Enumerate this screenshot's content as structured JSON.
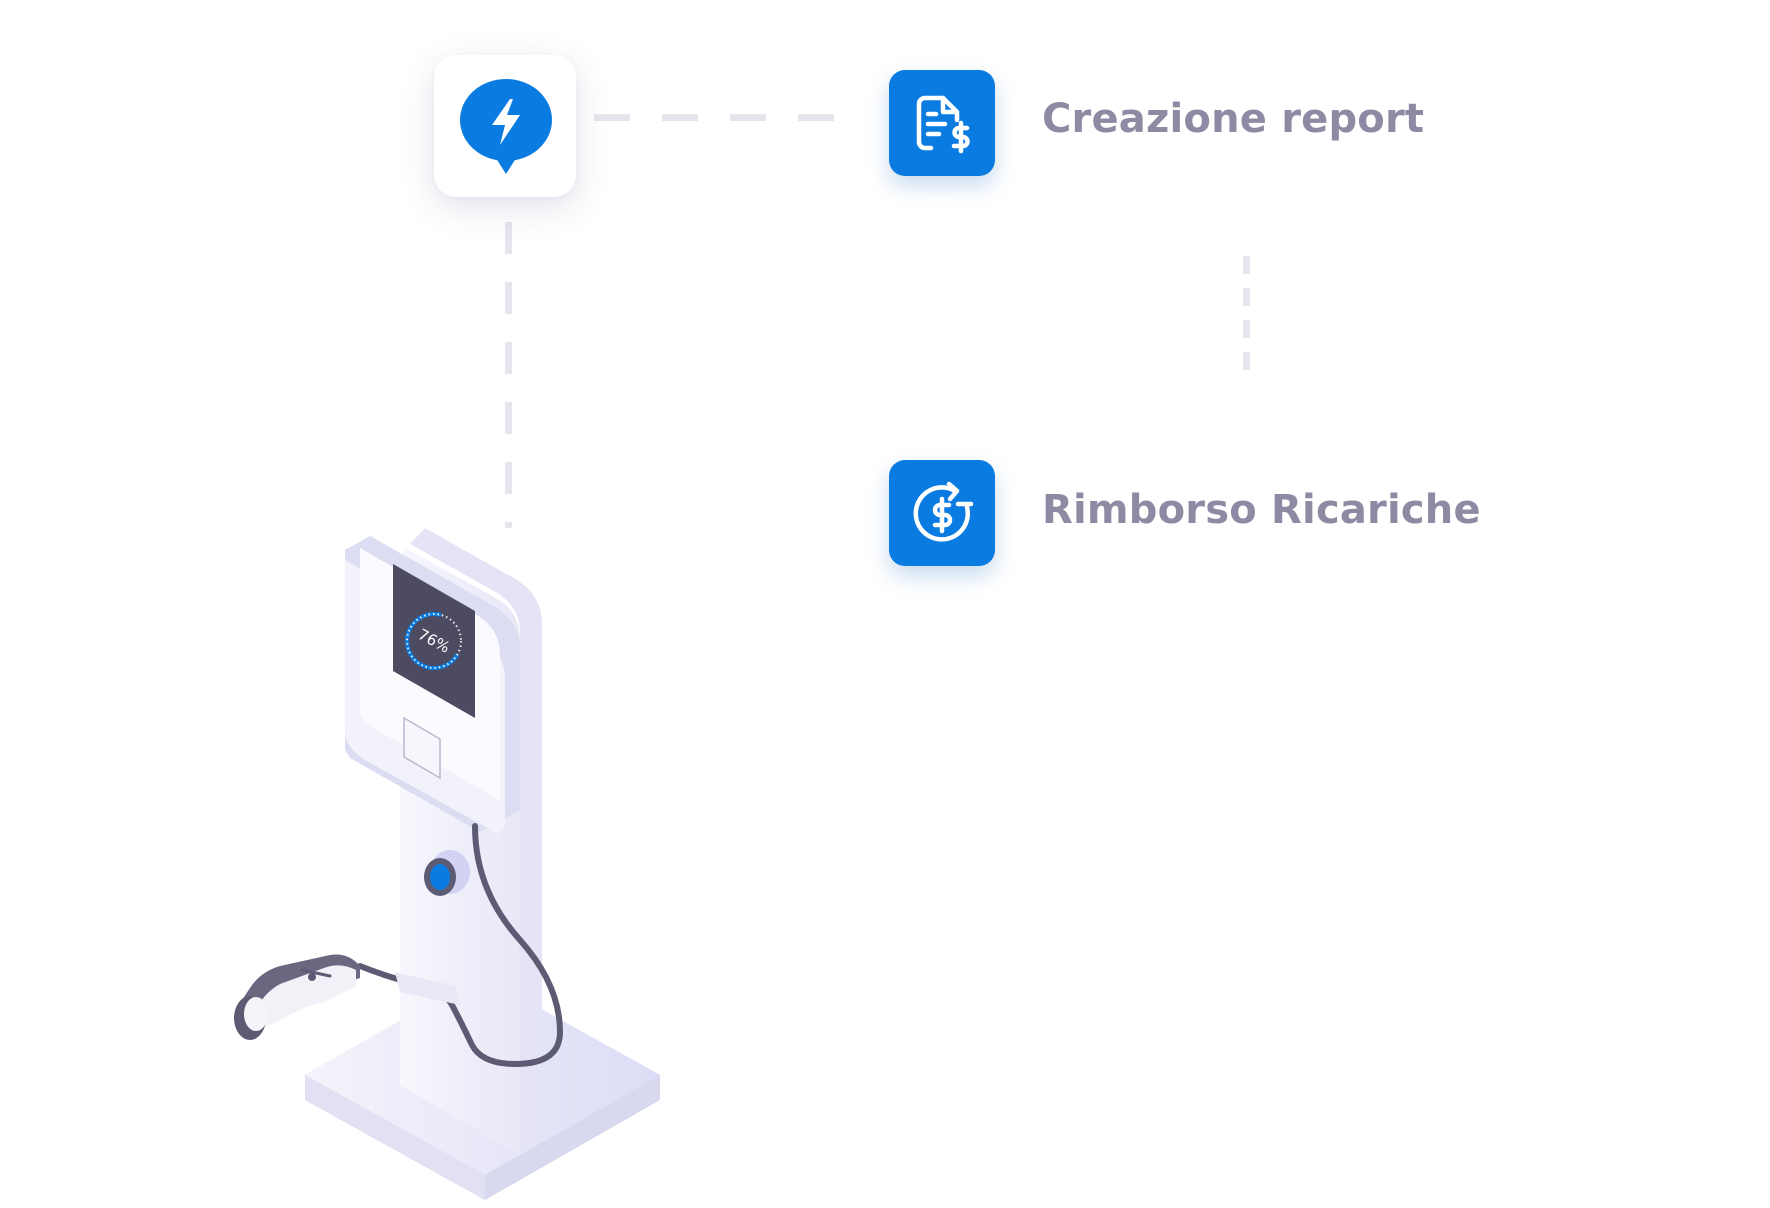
{
  "diagram": {
    "app": {
      "icon": "lightning-chat-icon"
    },
    "nodes": [
      {
        "label": "Creazione report",
        "icon": "invoice-dollar-icon"
      },
      {
        "label": "Rimborso Ricariche",
        "icon": "dollar-refresh-icon"
      }
    ],
    "charger": {
      "icon": "ev-charging-station-illustration",
      "screen_text": "76%"
    }
  },
  "colors": {
    "accent": "#0a7be0",
    "label": "#8d8ba3",
    "connector": "#e6e6ee",
    "cable": "#5d5b73",
    "body_tint": "#ececf9"
  }
}
